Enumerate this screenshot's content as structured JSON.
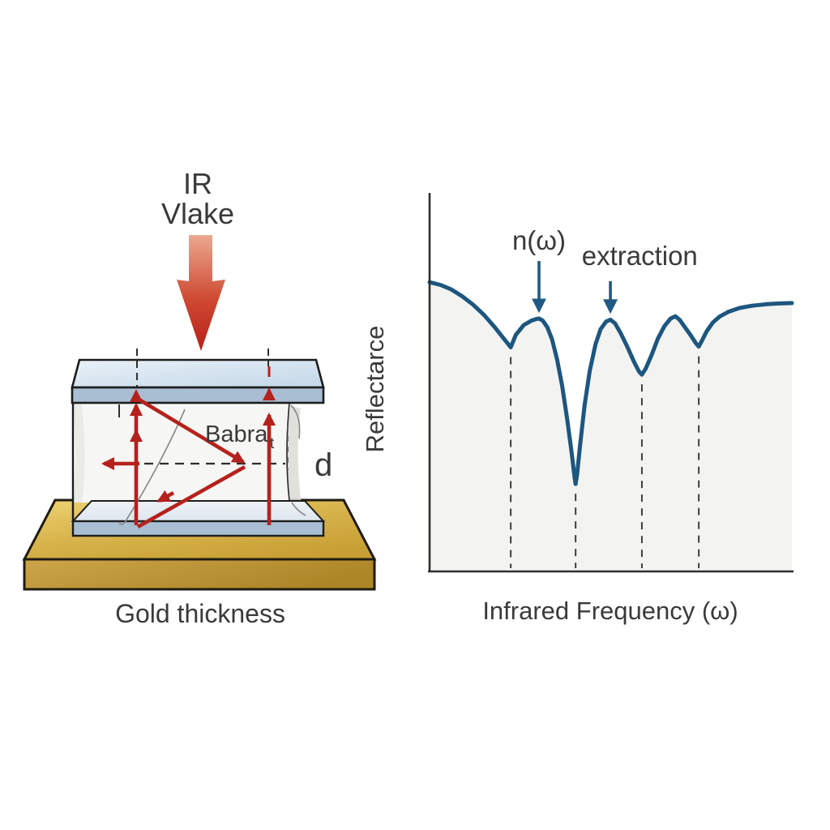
{
  "page": {
    "background": "#ffffff"
  },
  "left_diagram": {
    "ir_label": {
      "line1": "IR",
      "line2": "Vlake"
    },
    "cavity_label": {
      "main": "Babra",
      "sub": "t"
    },
    "d_label": "d",
    "caption": "Gold thickness",
    "colors": {
      "beam_red": "#b5211d",
      "arrow_gradient_top": "#eba98f",
      "arrow_gradient_bottom": "#b71f1a",
      "plate_top_face": "#d9e6f2",
      "plate_front_face": "#a9bed3",
      "cavity_fill": "#f6f6f4",
      "gold_top_face": "#e2c05c",
      "gold_front_face": "#bd9638",
      "outline": "#1d1d1d"
    }
  },
  "chart": {
    "ylabel": "Reflectarce",
    "xlabel": "Infrared Frequency (ω)",
    "annotation1": "n(ω)",
    "annotation2": "extraction",
    "colors": {
      "curve": "#1d567f",
      "fill_under_curve": "#f3f3f1",
      "axis": "#2f2f2f",
      "dashed": "#3f3f3f",
      "annotation_arrow": "#205a82"
    }
  },
  "chart_data": {
    "type": "line",
    "title": "",
    "xlabel": "Infrared Frequency (ω)",
    "ylabel": "Reflectance",
    "x_range": [
      0,
      1
    ],
    "y_range": [
      0,
      1
    ],
    "grid": false,
    "legend": "none",
    "axes_note": "no tick labels shown; both axes unlabeled numerically (arbitrary units)",
    "series": [
      {
        "name": "Reflectance spectrum",
        "points": [
          [
            0.0,
            0.764
          ],
          [
            0.03,
            0.757
          ],
          [
            0.06,
            0.745
          ],
          [
            0.09,
            0.727
          ],
          [
            0.12,
            0.705
          ],
          [
            0.15,
            0.678
          ],
          [
            0.18,
            0.645
          ],
          [
            0.205,
            0.615
          ],
          [
            0.224,
            0.592
          ],
          [
            0.238,
            0.625
          ],
          [
            0.26,
            0.651
          ],
          [
            0.28,
            0.662
          ],
          [
            0.295,
            0.667
          ],
          [
            0.302,
            0.668
          ],
          [
            0.312,
            0.663
          ],
          [
            0.325,
            0.645
          ],
          [
            0.338,
            0.613
          ],
          [
            0.352,
            0.56
          ],
          [
            0.366,
            0.49
          ],
          [
            0.38,
            0.4
          ],
          [
            0.392,
            0.315
          ],
          [
            0.4,
            0.25
          ],
          [
            0.403,
            0.231
          ],
          [
            0.407,
            0.255
          ],
          [
            0.415,
            0.33
          ],
          [
            0.428,
            0.44
          ],
          [
            0.442,
            0.53
          ],
          [
            0.458,
            0.6
          ],
          [
            0.472,
            0.64
          ],
          [
            0.487,
            0.66
          ],
          [
            0.499,
            0.665
          ],
          [
            0.512,
            0.655
          ],
          [
            0.527,
            0.63
          ],
          [
            0.545,
            0.595
          ],
          [
            0.565,
            0.552
          ],
          [
            0.578,
            0.528
          ],
          [
            0.586,
            0.52
          ],
          [
            0.596,
            0.535
          ],
          [
            0.612,
            0.57
          ],
          [
            0.63,
            0.615
          ],
          [
            0.648,
            0.648
          ],
          [
            0.665,
            0.668
          ],
          [
            0.678,
            0.674
          ],
          [
            0.69,
            0.665
          ],
          [
            0.705,
            0.645
          ],
          [
            0.722,
            0.622
          ],
          [
            0.735,
            0.603
          ],
          [
            0.743,
            0.594
          ],
          [
            0.752,
            0.61
          ],
          [
            0.765,
            0.635
          ],
          [
            0.782,
            0.658
          ],
          [
            0.8,
            0.673
          ],
          [
            0.825,
            0.686
          ],
          [
            0.855,
            0.696
          ],
          [
            0.89,
            0.702
          ],
          [
            0.93,
            0.706
          ],
          [
            0.965,
            0.708
          ],
          [
            1.0,
            0.709
          ]
        ]
      }
    ],
    "dips": [
      {
        "x": 0.224,
        "y": 0.592
      },
      {
        "x": 0.403,
        "y": 0.231
      },
      {
        "x": 0.586,
        "y": 0.52
      },
      {
        "x": 0.743,
        "y": 0.594
      }
    ],
    "annotations": [
      {
        "text": "n(ω)",
        "arrow_x": 0.302,
        "arrow_tail_y": 0.82,
        "arrow_tip_y": 0.691,
        "label_x": 0.302,
        "label_y": 0.85
      },
      {
        "text": "extraction",
        "arrow_x": 0.499,
        "arrow_tail_y": 0.767,
        "arrow_tip_y": 0.689,
        "label_x": 0.58,
        "label_y": 0.809
      }
    ]
  }
}
